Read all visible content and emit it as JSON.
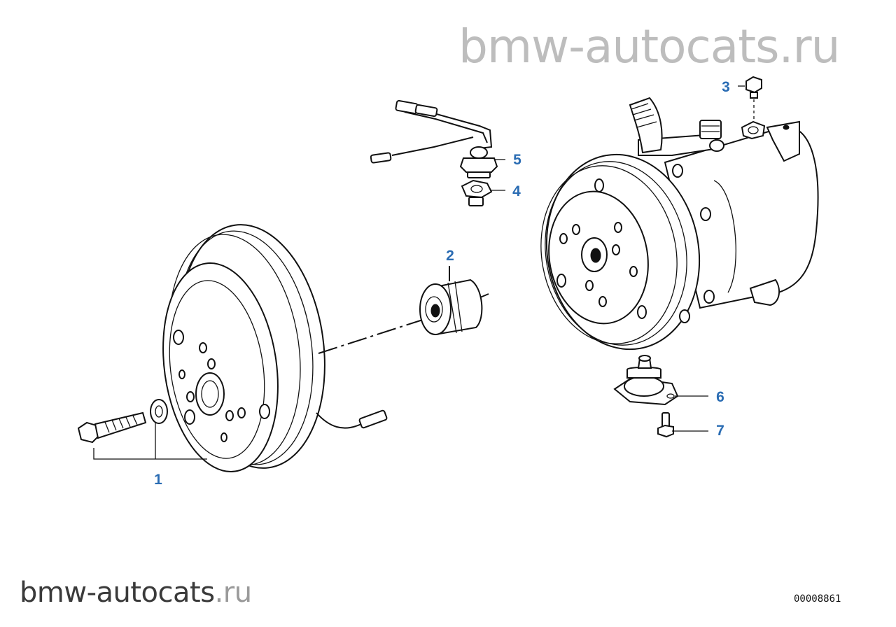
{
  "watermark_top": "bmw-autocats.ru",
  "watermark_bottom": {
    "name": "bmw-autocats",
    "tld": ".ru"
  },
  "diagram_code": "00008861",
  "callouts": [
    {
      "label": "1"
    },
    {
      "label": "2"
    },
    {
      "label": "3"
    },
    {
      "label": "4"
    },
    {
      "label": "5"
    },
    {
      "label": "6"
    },
    {
      "label": "7"
    }
  ],
  "colors": {
    "callout": "#2a6cb3",
    "watermark_top": "#bdbdbd",
    "line_art": "#111111"
  }
}
